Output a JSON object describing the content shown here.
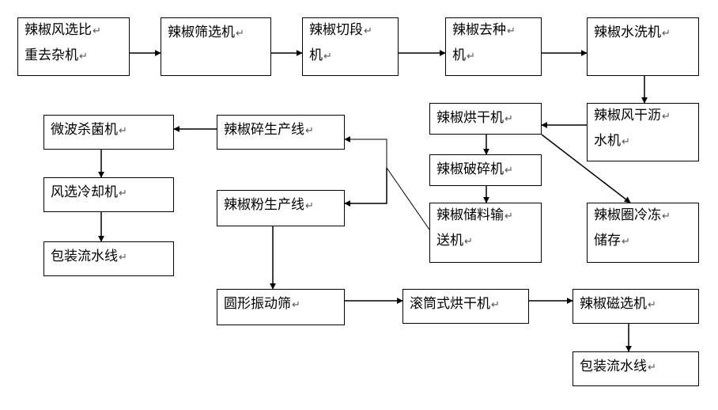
{
  "nodes": {
    "wind_sort": [
      "辣椒风选比",
      "重去杂机"
    ],
    "screen": [
      "辣椒筛选机"
    ],
    "cutter": [
      "辣椒切段",
      "机"
    ],
    "deseeder": [
      "辣椒去种",
      "机"
    ],
    "washer": [
      "辣椒水洗机"
    ],
    "air_dryer": [
      "辣椒风干沥",
      "水机"
    ],
    "dryer": [
      "辣椒烘干机"
    ],
    "crusher": [
      "辣椒破碎机"
    ],
    "storage_conveyor": [
      "辣椒储料输",
      "送机"
    ],
    "ring_freeze": [
      "辣椒圈冷冻",
      "储存"
    ],
    "flakes_line": [
      "辣椒碎生产线"
    ],
    "powder_line": [
      "辣椒粉生产线"
    ],
    "microwave": [
      "微波杀菌机"
    ],
    "air_cooler": [
      "风选冷却机"
    ],
    "pack_left": [
      "包装流水线"
    ],
    "vibro_screen": [
      "圆形振动筛"
    ],
    "drum_dryer": [
      "滚筒式烘干机"
    ],
    "magnetic": [
      "辣椒磁选机"
    ],
    "pack_right": [
      "包装流水线"
    ]
  },
  "edges": [
    [
      "wind_sort",
      "screen"
    ],
    [
      "screen",
      "cutter"
    ],
    [
      "cutter",
      "deseeder"
    ],
    [
      "deseeder",
      "washer"
    ],
    [
      "washer",
      "air_dryer"
    ],
    [
      "air_dryer",
      "dryer"
    ],
    [
      "dryer",
      "crusher"
    ],
    [
      "crusher",
      "storage_conveyor"
    ],
    [
      "dryer",
      "ring_freeze"
    ],
    [
      "storage_conveyor",
      "flakes_line"
    ],
    [
      "storage_conveyor",
      "powder_line"
    ],
    [
      "flakes_line",
      "microwave"
    ],
    [
      "microwave",
      "air_cooler"
    ],
    [
      "air_cooler",
      "pack_left"
    ],
    [
      "powder_line",
      "vibro_screen"
    ],
    [
      "vibro_screen",
      "drum_dryer"
    ],
    [
      "drum_dryer",
      "magnetic"
    ],
    [
      "magnetic",
      "pack_right"
    ]
  ],
  "colors": {
    "stroke": "#000000",
    "background": "#ffffff"
  }
}
